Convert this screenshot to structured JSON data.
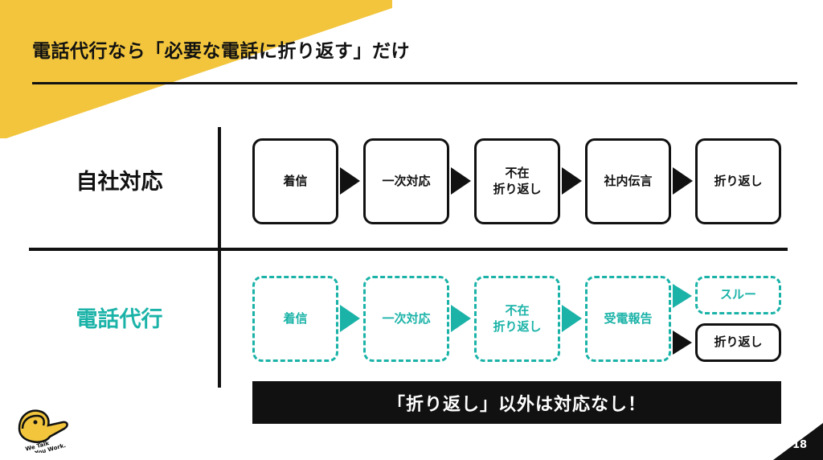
{
  "title": "電話代行なら「必要な電話に折り返す」だけ",
  "rows": {
    "self": {
      "label": "自社対応",
      "steps": [
        "着信",
        "一次対応",
        "不在\n折り返し",
        "社内伝言",
        "折り返し"
      ]
    },
    "agency": {
      "label": "電話代行",
      "steps": [
        "着信",
        "一次対応",
        "不在\n折り返し",
        "受電報告"
      ],
      "branch_through": "スルー",
      "branch_callback": "折り返し"
    }
  },
  "banner": "「折り返し」以外は対応なし！",
  "page_number": "18",
  "colors": {
    "accent_yellow": "#f2c53d",
    "teal": "#1bb3a8",
    "black": "#111111"
  },
  "logo": {
    "icon": "pelican-icon",
    "text_line1": "We Talk",
    "text_line2": "You Work."
  }
}
